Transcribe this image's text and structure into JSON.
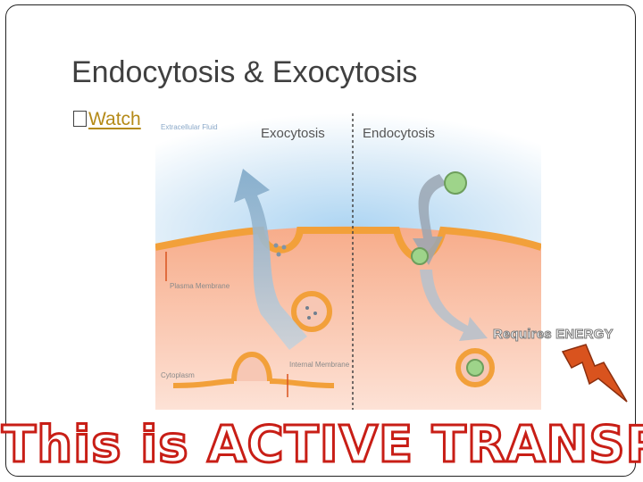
{
  "slide": {
    "title": "Endocytosis & Exocytosis",
    "bullet_link": "Watch",
    "diagram": {
      "extracellular_label": "Extracellular Fluid",
      "exocytosis_label": "Exocytosis",
      "endocytosis_label": "Endocytosis",
      "plasma_membrane_label": "Plasma Membrane",
      "cytoplasm_label": "Cytoplasm",
      "internal_membrane_label": "Internal Membrane"
    },
    "energy_callout": "Requires ENERGY",
    "banner": "This is ACTIVE  TRANSPORT"
  },
  "colors": {
    "title": "#404040",
    "link": "#b58a18",
    "banner_outline": "#c81e16",
    "membrane": "#f2a03a",
    "bolt": "#d9531e"
  },
  "icons": [
    "lightning-bolt-icon",
    "bullet-box-icon"
  ]
}
